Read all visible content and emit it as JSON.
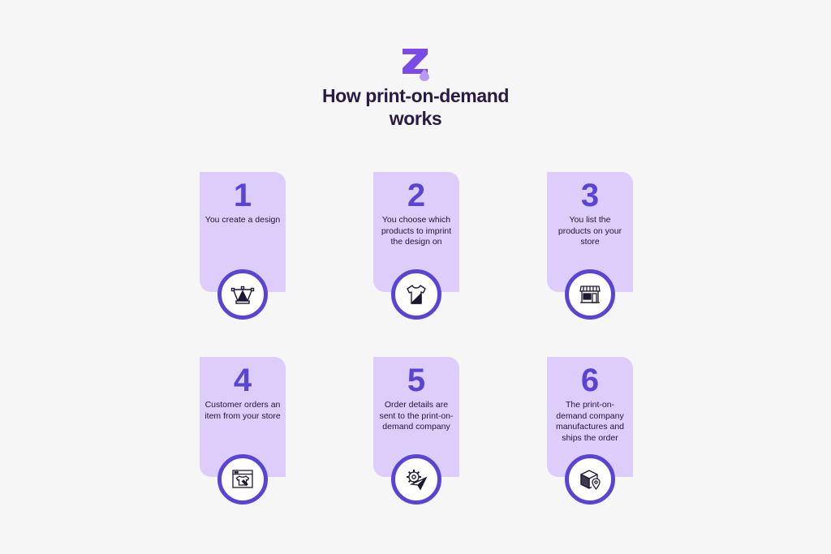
{
  "title": {
    "line1": "How print-on-demand",
    "line2": "works"
  },
  "colors": {
    "accent": "#5a44d6",
    "card": "#ddcdfb",
    "title": "#2a1b45",
    "background": "#f6f6f6"
  },
  "steps": [
    {
      "number": "1",
      "text": "You create a design",
      "icon": "vector-pen-icon"
    },
    {
      "number": "2",
      "text": "You choose which products to imprint the design on",
      "icon": "tshirt-icon"
    },
    {
      "number": "3",
      "text": "You list the products on your store",
      "icon": "storefront-icon"
    },
    {
      "number": "4",
      "text": "Customer orders an item from your store",
      "icon": "browser-tshirt-icon"
    },
    {
      "number": "5",
      "text": "Order details are sent to the print-on-demand company",
      "icon": "gear-send-icon"
    },
    {
      "number": "6",
      "text": "The print-on-demand company manufactures and ships the order",
      "icon": "package-location-icon"
    }
  ]
}
